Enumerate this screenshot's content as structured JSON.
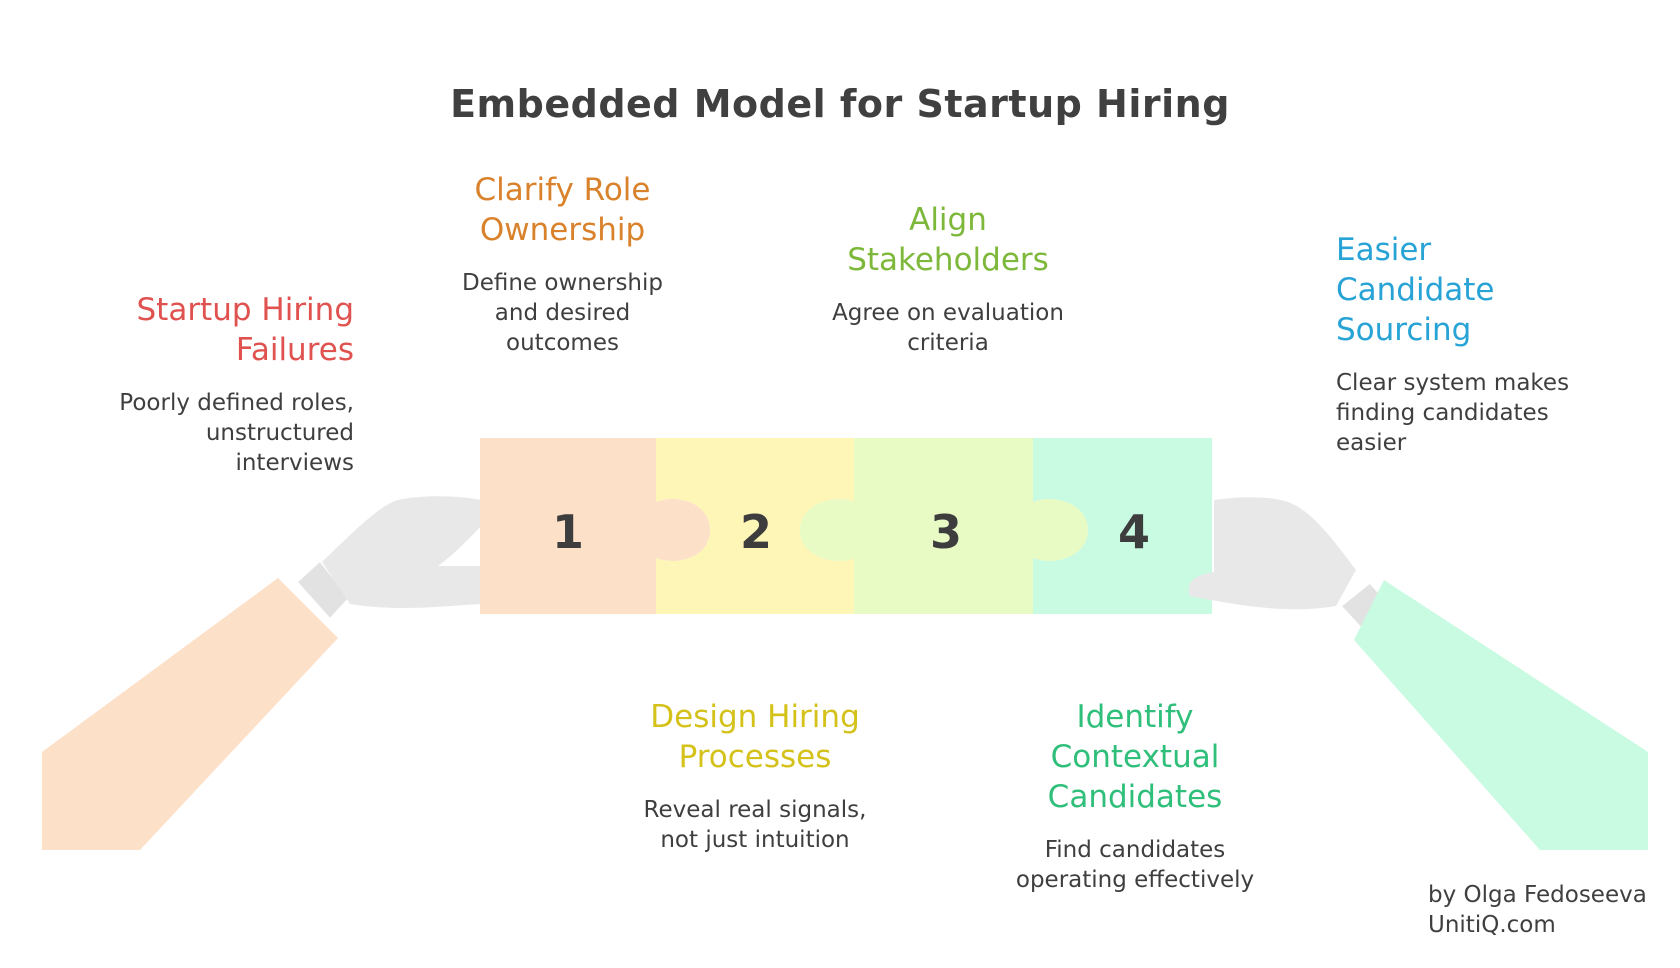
{
  "title": "Embedded Model for Startup Hiring",
  "steps": [
    {
      "number": "1",
      "head_line1": "Clarify Role",
      "head_line2": "Ownership",
      "desc_line1": "Define ownership",
      "desc_line2": "and desired",
      "desc_line3": "outcomes",
      "color": "#d9822b",
      "fill": "#fde0c8"
    },
    {
      "number": "2",
      "head_line1": "Design Hiring",
      "head_line2": "Processes",
      "desc_line1": "Reveal real signals,",
      "desc_line2": "not just intuition",
      "color": "#d4c21a",
      "fill": "#fdf6b6"
    },
    {
      "number": "3",
      "head_line1": "Align",
      "head_line2": "Stakeholders",
      "desc_line1": "Agree on evaluation",
      "desc_line2": "criteria",
      "color": "#7db83a",
      "fill": "#e8fbc4"
    },
    {
      "number": "4",
      "head_line1": "Identify",
      "head_line2": "Contextual",
      "head_line3": "Candidates",
      "desc_line1": "Find candidates",
      "desc_line2": "operating effectively",
      "color": "#2fbf7a",
      "fill": "#c8fbe1"
    }
  ],
  "start": {
    "head_line1": "Startup Hiring",
    "head_line2": "Failures",
    "desc_line1": "Poorly defined roles,",
    "desc_line2": "unstructured",
    "desc_line3": "interviews",
    "color": "#e0524f"
  },
  "end": {
    "head_line1": "Easier",
    "head_line2": "Candidate",
    "head_line3": "Sourcing",
    "desc_line1": "Clear system makes",
    "desc_line2": "finding candidates",
    "desc_line3": "easier",
    "color": "#27a3d6"
  },
  "credit": {
    "line1": "by Olga Fedoseeva",
    "line2": "UnitiQ.com"
  },
  "colors": {
    "hand": "#e8e8e8",
    "cuff": "#e2e2e2",
    "left_sleeve": "#fde0c8",
    "right_sleeve": "#c8fbe1"
  }
}
